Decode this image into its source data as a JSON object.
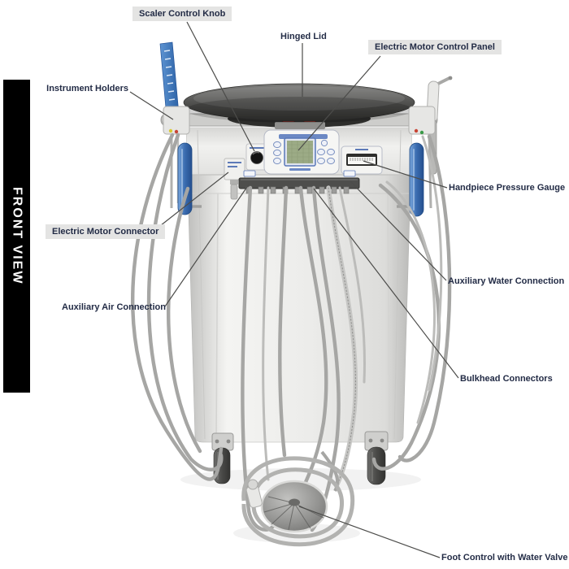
{
  "banner": {
    "text": "FRONT VIEW",
    "bg": "#000000",
    "fg": "#ffffff"
  },
  "callouts": {
    "scaler_control_knob": "Scaler Control Knob",
    "hinged_lid": "Hinged Lid",
    "electric_motor_control_panel": "Electric Motor Control Panel",
    "instrument_holders": "Instrument Holders",
    "handpiece_pressure_gauge": "Handpiece Pressure Gauge",
    "electric_motor_connector": "Electric Motor Connector",
    "auxiliary_water_connection": "Auxiliary Water Connection",
    "auxiliary_air_connection": "Auxiliary Air Connection",
    "bulkhead_connectors": "Bulkhead Connectors",
    "foot_control_with_water_valve": "Foot Control with Water Valve"
  },
  "colors": {
    "label_text": "#232c46",
    "leader_line": "#4c4c4a",
    "lid_gray": "#454543",
    "handle_blue": "#3a6cb0",
    "body_light": "#efefed",
    "lcd_green": "#9cab86",
    "banner_bg": "#000000"
  }
}
